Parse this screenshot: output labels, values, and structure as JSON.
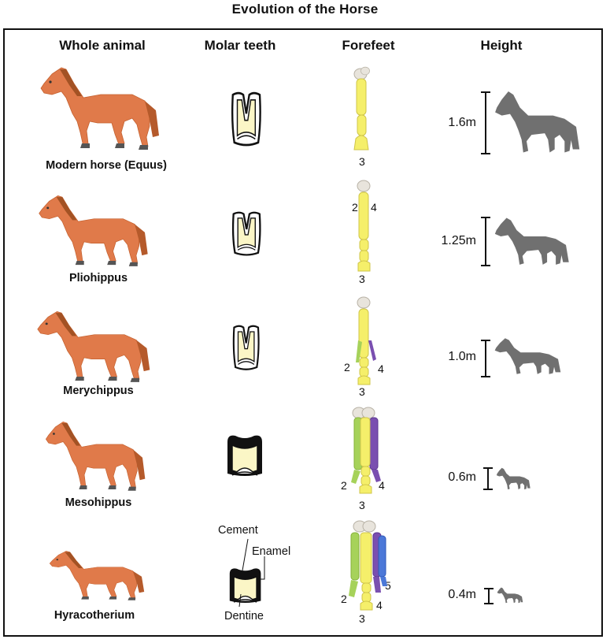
{
  "title": "Evolution of the Horse",
  "columns": {
    "whole_animal": "Whole animal",
    "molar_teeth": "Molar teeth",
    "forefeet": "Forefeet",
    "height": "Height"
  },
  "rows": [
    {
      "name": "Modern horse (Equus)",
      "height": "1.6m",
      "digits": [
        "3"
      ]
    },
    {
      "name": "Pliohippus",
      "height": "1.25m",
      "digits": [
        "2",
        "4",
        "3"
      ]
    },
    {
      "name": "Merychippus",
      "height": "1.0m",
      "digits": [
        "2",
        "4",
        "3"
      ]
    },
    {
      "name": "Mesohippus",
      "height": "0.6m",
      "digits": [
        "2",
        "4",
        "3"
      ]
    },
    {
      "name": "Hyracotherium",
      "height": "0.4m",
      "digits": [
        "2",
        "5",
        "4",
        "3"
      ]
    }
  ],
  "tooth_labels": {
    "cement": "Cement",
    "enamel": "Enamel",
    "dentine": "Dentine"
  },
  "colors": {
    "horse": "#e07a4a",
    "silhouette": "#707070",
    "bone_main": "#f5ef6a",
    "bone_joint": "#e8e4dc",
    "digit_2": "#a6d25a",
    "digit_4": "#7a4fb0",
    "digit_5": "#4b78d8",
    "dentine": "#fbf6c6"
  },
  "icons": [
    "horse-illustration",
    "molar-tooth",
    "forefoot-bones",
    "height-scale-bar",
    "horse-silhouette"
  ]
}
